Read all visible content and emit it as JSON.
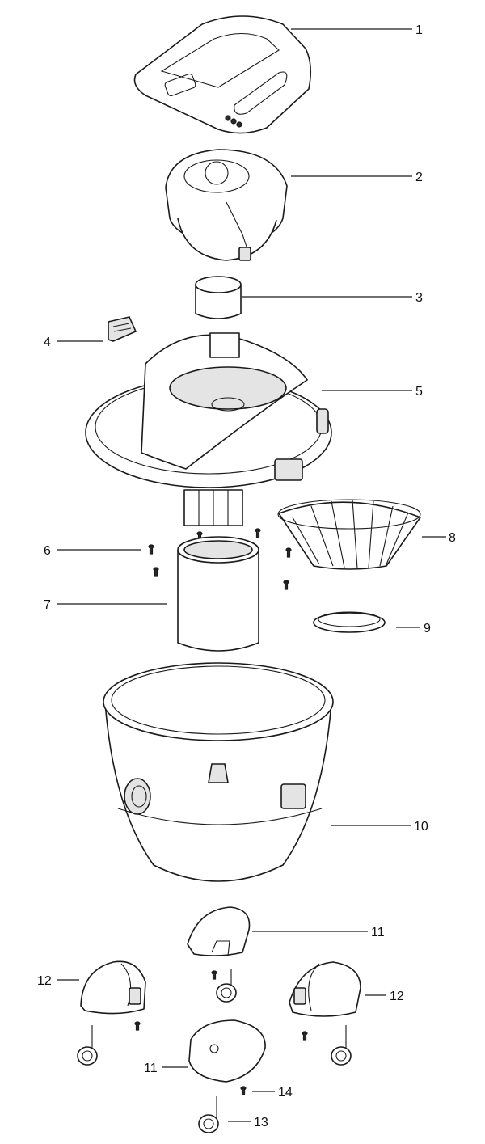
{
  "diagram": {
    "type": "exploded parts diagram",
    "colors": {
      "line": "#1a1a1a",
      "background": "#ffffff",
      "shade": "#e4e4e4"
    },
    "callouts": [
      {
        "id": "c1",
        "label": "1"
      },
      {
        "id": "c2",
        "label": "2"
      },
      {
        "id": "c3",
        "label": "3"
      },
      {
        "id": "c4",
        "label": "4"
      },
      {
        "id": "c5",
        "label": "5"
      },
      {
        "id": "c6",
        "label": "6"
      },
      {
        "id": "c7",
        "label": "7"
      },
      {
        "id": "c8",
        "label": "8"
      },
      {
        "id": "c9",
        "label": "9"
      },
      {
        "id": "c10",
        "label": "10"
      },
      {
        "id": "c11a",
        "label": "11"
      },
      {
        "id": "c11b",
        "label": "11"
      },
      {
        "id": "c12a",
        "label": "12"
      },
      {
        "id": "c12b",
        "label": "12"
      },
      {
        "id": "c13",
        "label": "13"
      },
      {
        "id": "c14",
        "label": "14"
      }
    ]
  }
}
